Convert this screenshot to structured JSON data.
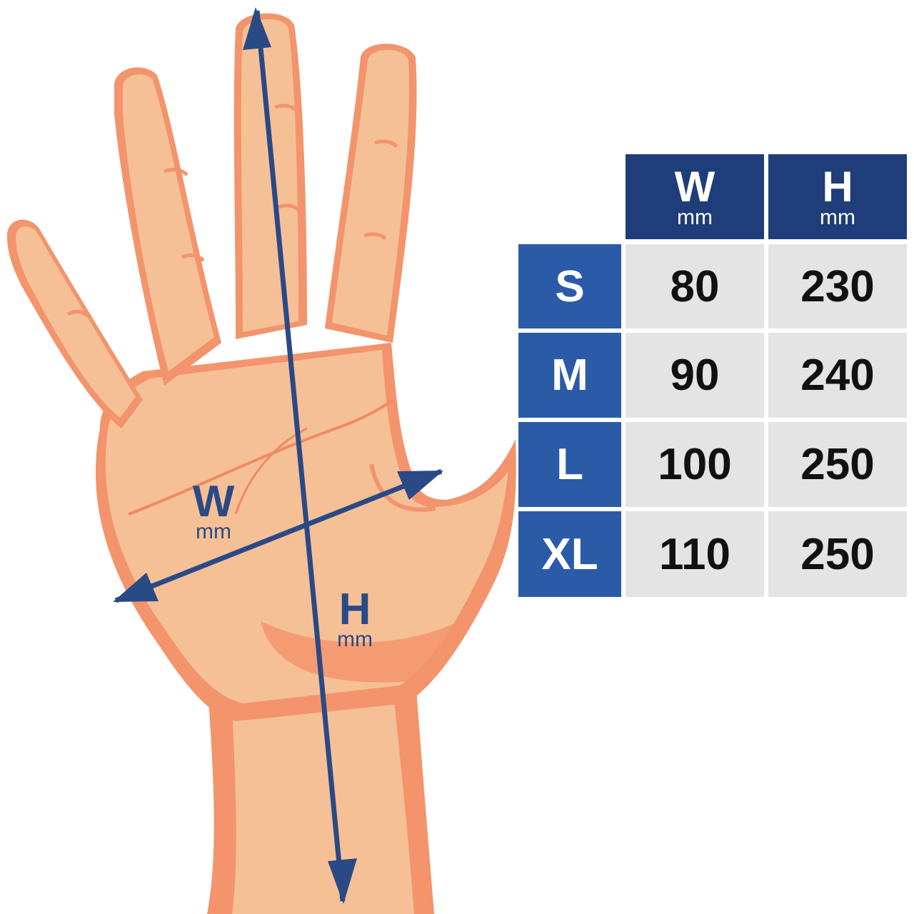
{
  "diagram": {
    "width_marker": {
      "letter": "W",
      "unit": "mm"
    },
    "height_marker": {
      "letter": "H",
      "unit": "mm"
    },
    "arrow_color": "#2a4a86",
    "skin_colors": {
      "fill": "#f6c096",
      "shade": "#f3946c"
    }
  },
  "size_table": {
    "columns": [
      {
        "letter": "W",
        "unit": "mm"
      },
      {
        "letter": "H",
        "unit": "mm"
      }
    ],
    "rows": [
      {
        "size": "S",
        "w": "80",
        "h": "230"
      },
      {
        "size": "M",
        "w": "90",
        "h": "240"
      },
      {
        "size": "L",
        "w": "100",
        "h": "250"
      },
      {
        "size": "XL",
        "w": "110",
        "h": "250"
      }
    ],
    "colors": {
      "column_header": "#1f3d78",
      "row_header": "#2b5ba6",
      "value_cell": "#e4e4e4"
    }
  }
}
